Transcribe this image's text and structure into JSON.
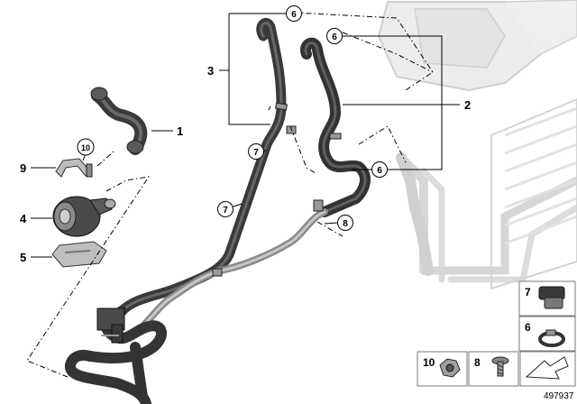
{
  "callouts": {
    "c1": "1",
    "c2": "2",
    "c3": "3",
    "c4": "4",
    "c5": "5",
    "c9": "9"
  },
  "circled": {
    "c6a": "6",
    "c6b": "6",
    "c6c": "6",
    "c7a": "7",
    "c7b": "7",
    "c8": "8",
    "c10": "10"
  },
  "legend": {
    "item7": "7",
    "item6": "6",
    "item10": "10",
    "item8": "8"
  },
  "reference_number": "497937",
  "colors": {
    "hose": "#3a3a3a",
    "hose_highlight": "#6a6a6a",
    "ghost": "#d2d2d2",
    "line": "#000000"
  }
}
